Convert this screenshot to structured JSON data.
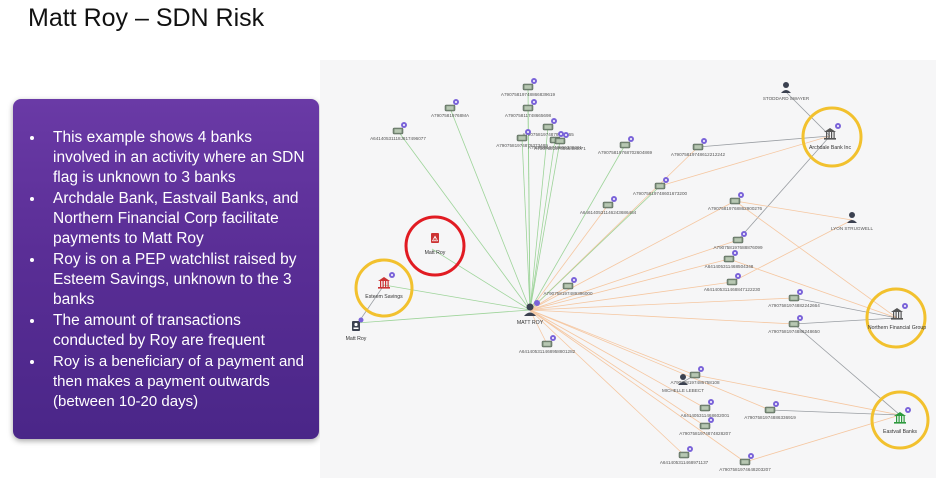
{
  "slide": {
    "title": "Matt Roy – SDN Risk"
  },
  "bullets": [
    "This example shows 4 banks involved in an activity where an SDN flag is unknown to 3 banks",
    "Archdale Bank, Eastvail Banks, and Northern Financial Corp facilitate payments to Matt Roy",
    "Roy is on a PEP watchlist raised by Esteem Savings, unknown to the 3 banks",
    "The amount of transactions conducted by Roy are frequent",
    "Roy is a beneficiary of a payment and then makes a payment outwards (between 10-20 days)"
  ],
  "graph": {
    "center_label": "MATT ROY",
    "people": [
      "STODDARD SWAYER",
      "LYON STRUGWELL",
      "MICHELLE LEBECT",
      "Matt Roy"
    ],
    "banks": [
      "Archdale Bank Inc",
      "Northern Financial Group",
      "Eastvail Banks",
      "Esteem Savings"
    ],
    "watchlist_label": "Matt Roy",
    "accounts": [
      "A79075819748866839619",
      "A79075819768MA",
      "A79075811748665698",
      "A64140531118J817496077",
      "A7907581974879376165",
      "A7907581974879373489",
      "A79075819748866339261",
      "A7907581976856486071",
      "A79075819768702604869",
      "A79075819748612212242",
      "A79075819748601673200",
      "A646140531146243686464",
      "A79075819768862900276",
      "A790758197688876099",
      "A641405311468504348",
      "A641405311468847122230",
      "A7907581974882242664",
      "A790758197489396000",
      "A7907581974886248650",
      "A641405311468958801282",
      "A790758197486758108",
      "A641405311468602001",
      "A7907581974886336919",
      "A7907581974874828207",
      "A641405311468971137",
      "A7907581974648203207"
    ],
    "colors": {
      "highlight_red": "#e11b22",
      "highlight_yellow": "#f2c12e",
      "edge_green": "#9ed49a",
      "edge_orange": "#f5c7a1",
      "edge_gray": "#9a9ea3",
      "badge": "#7a63d9",
      "bank_red": "#cc3333",
      "bank_green": "#2e9a3e",
      "bank_dark": "#555555"
    }
  }
}
